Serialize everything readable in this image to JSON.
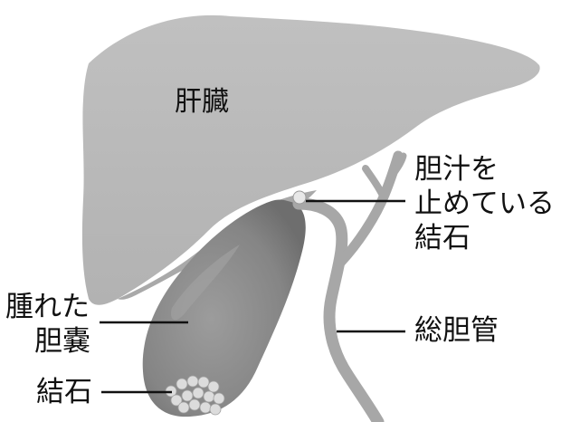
{
  "labels": {
    "liver": "肝臓",
    "stone_blocking_bile": [
      "胆汁を",
      "止めている",
      "結石"
    ],
    "swollen_gallbladder": [
      "腫れた",
      "胆嚢"
    ],
    "gallstones": "結石",
    "common_bile_duct": "総胆管"
  },
  "colors": {
    "liver": "#b9b9b9",
    "liver_shadow": "#9a9a9a",
    "gallbladder": "#8a8a8a",
    "duct": "#a7a7a7",
    "stones": "#d8d8d8",
    "leader_line": "#111111"
  }
}
